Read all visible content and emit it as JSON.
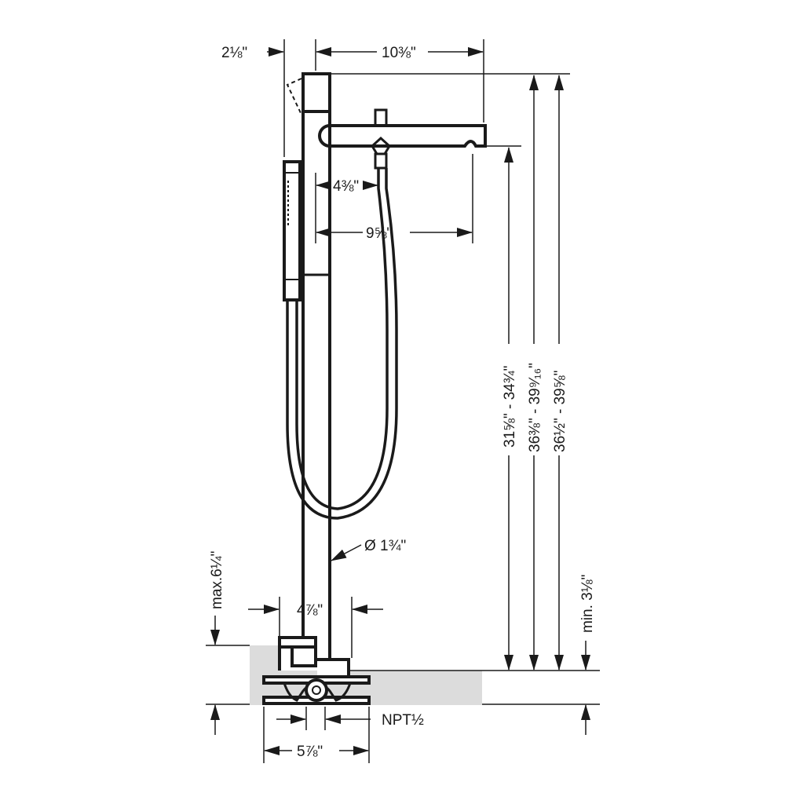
{
  "dimensions": {
    "handshower_offset": "2⅛\"",
    "spout_reach_total": "10⅜\"",
    "spout_to_diverter": "4⅜\"",
    "spout_reach": "9⅝\"",
    "spout_height": "31⅝\" - 34¾\"",
    "handle_height": "36⅜\" - 39⁹⁄₁₆\"",
    "overall_height": "36½\" - 39⅝\"",
    "column_diameter": "Ø 1¾\"",
    "max_floor_depth": "max.6¼\"",
    "trim_plate_width": "4⅞\"",
    "min_rough_depth": "min. 3⅛\"",
    "connection": "NPT½",
    "rough_width": "5⅞\""
  },
  "colors": {
    "line": "#1a1a1a",
    "floor_fill": "#dcdcdc"
  }
}
